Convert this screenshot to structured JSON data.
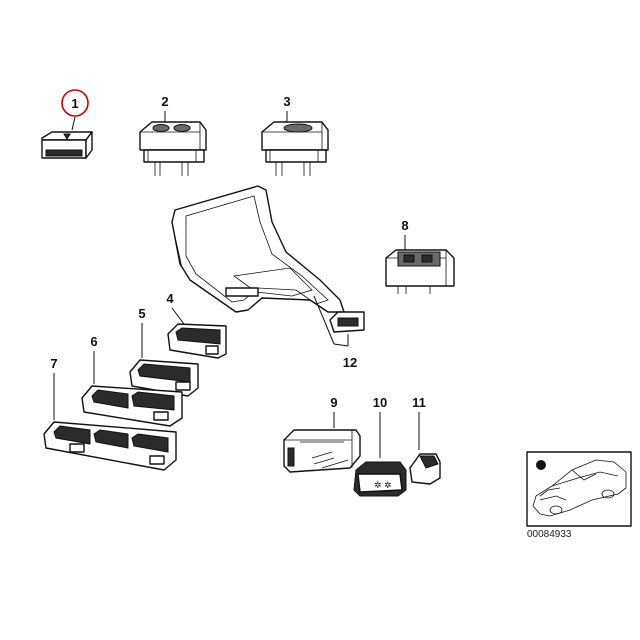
{
  "labels": {
    "p1": "1",
    "p2": "2",
    "p3": "3",
    "p4": "4",
    "p5": "5",
    "p6": "6",
    "p7": "7",
    "p8": "8",
    "p9": "9",
    "p10": "10",
    "p11": "11",
    "p12": "12"
  },
  "diagram_code": "00084933",
  "highlight_color": "#cc0000"
}
